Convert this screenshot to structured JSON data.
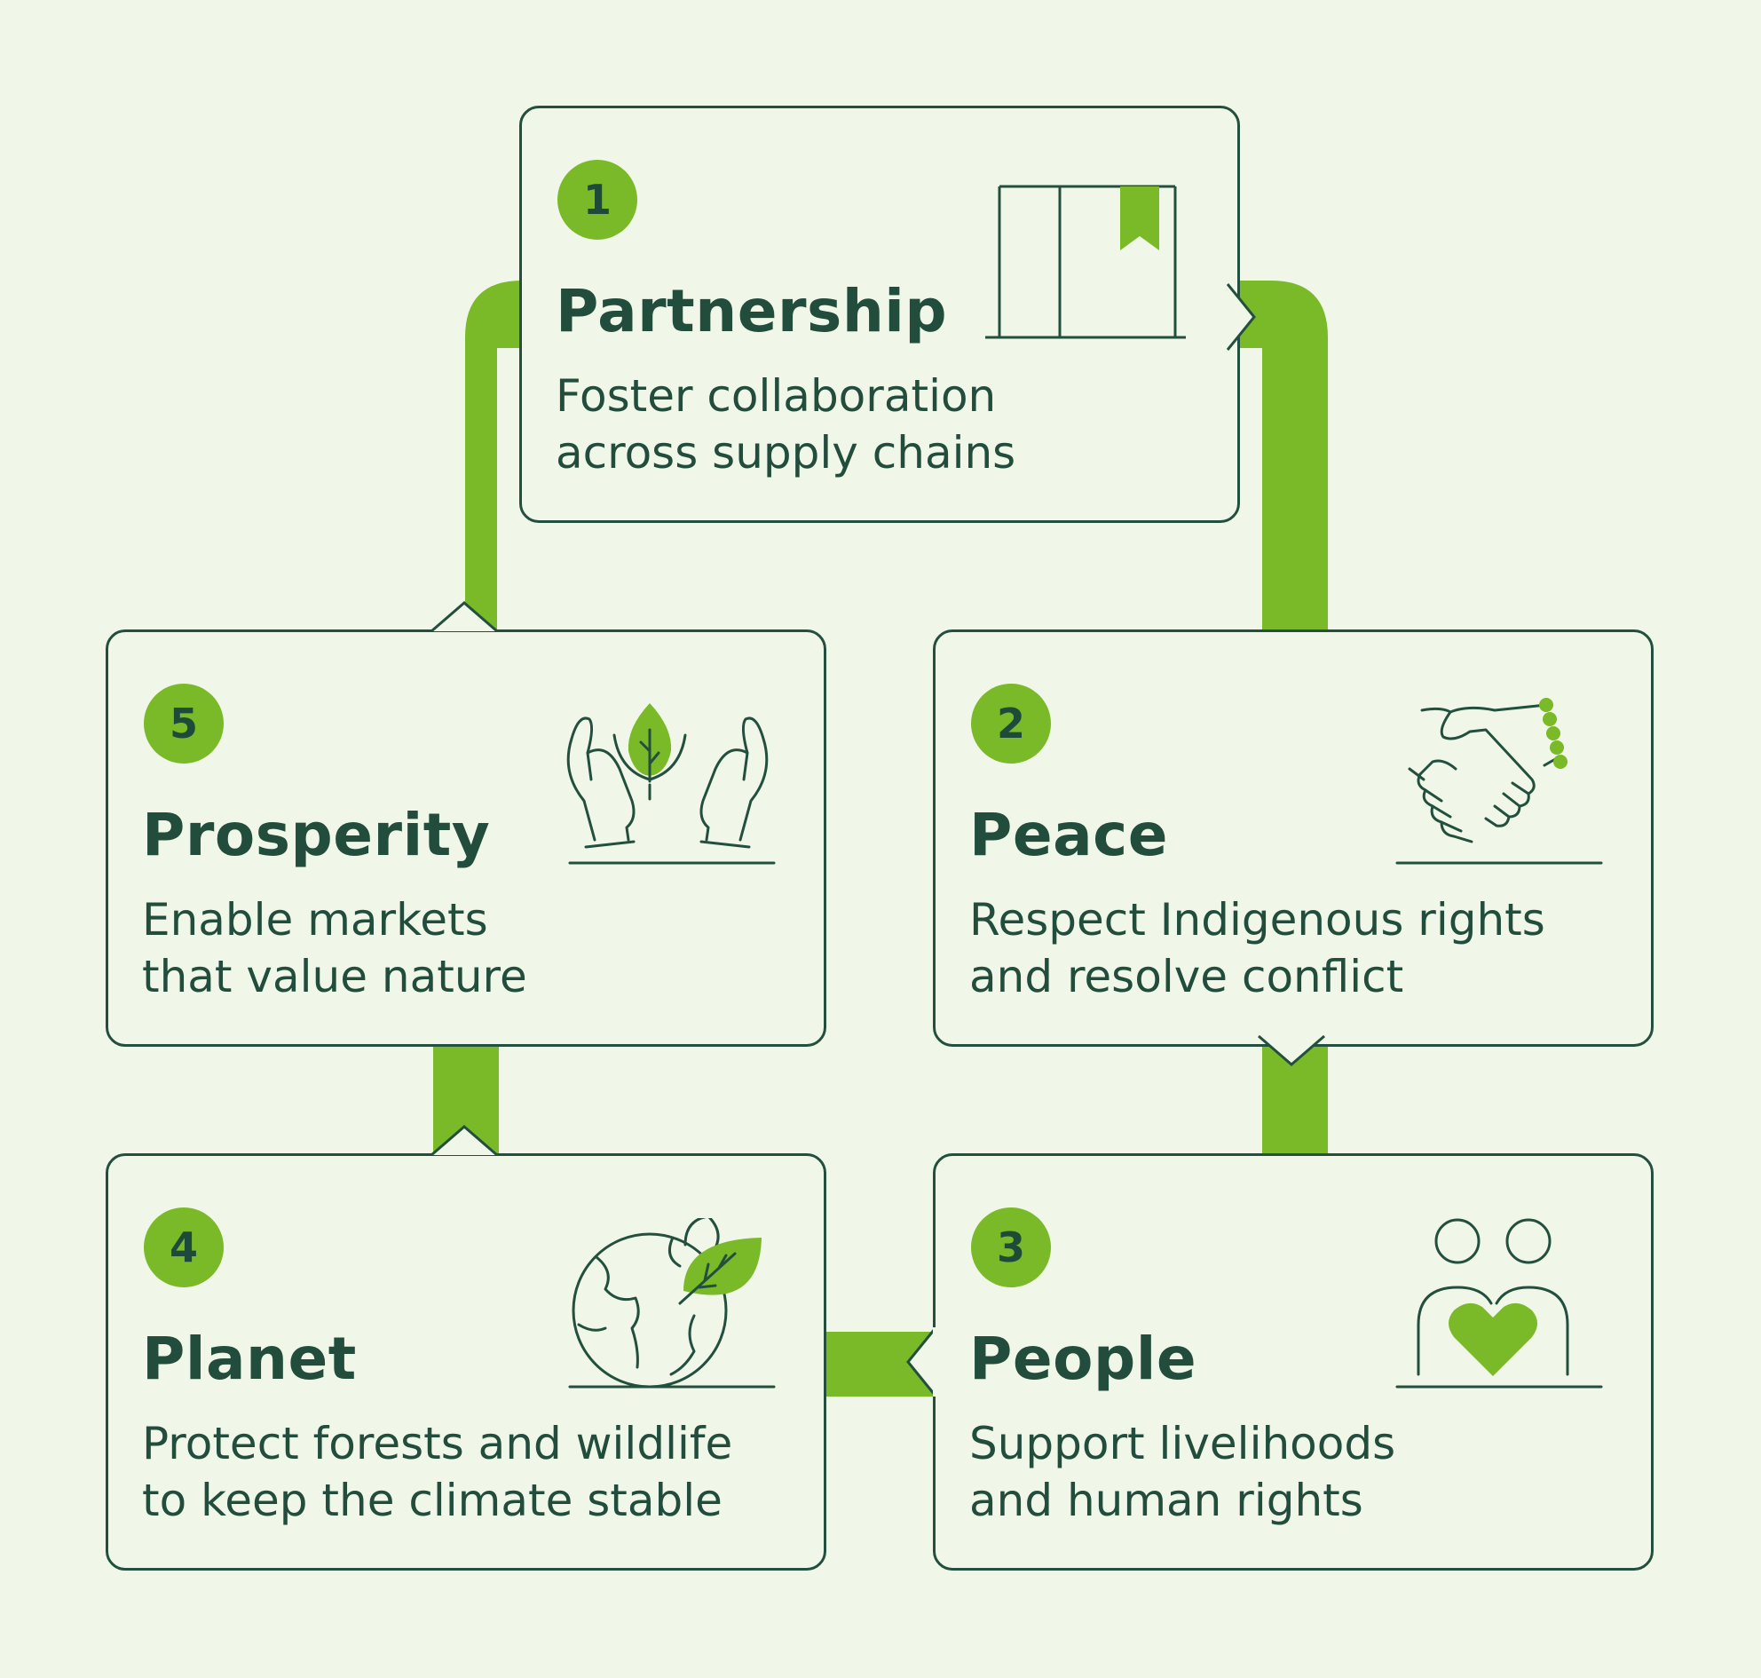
{
  "cards": [
    {
      "number": "1",
      "title": "Partnership",
      "desc1": "Foster collaboration",
      "desc2": "across supply chains"
    },
    {
      "number": "2",
      "title": "Peace",
      "desc1": "Respect Indigenous rights",
      "desc2": "and resolve conflict"
    },
    {
      "number": "3",
      "title": "People",
      "desc1": "Support livelihoods",
      "desc2": "and human rights"
    },
    {
      "number": "4",
      "title": "Planet",
      "desc1": "Protect forests and wildlife",
      "desc2": "to keep the climate stable"
    },
    {
      "number": "5",
      "title": "Prosperity",
      "desc1": "Enable markets",
      "desc2": "that value nature"
    }
  ],
  "colors": {
    "background": "#f1f7e8",
    "accent": "#7aba28",
    "ink": "#234f3e"
  },
  "icons": [
    "book-icon",
    "handshake-icon",
    "people-heart-icon",
    "globe-leaf-icon",
    "hands-leaf-icon"
  ]
}
